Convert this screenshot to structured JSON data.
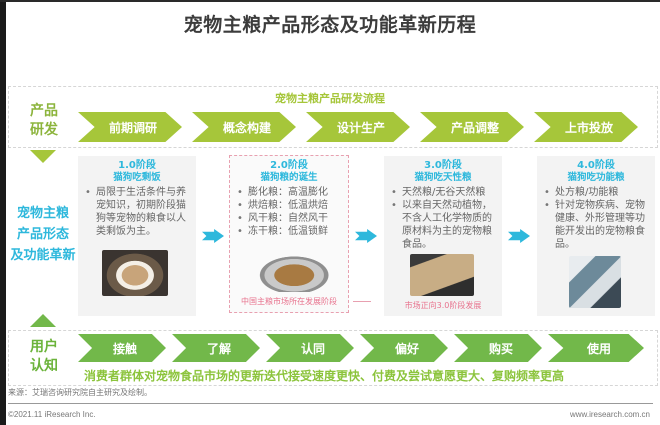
{
  "title": "宠物主粮产品形态及功能革新历程",
  "rd": {
    "label_line1": "产品",
    "label_line2": "研发",
    "flow_title": "宠物主粮产品研发流程",
    "steps": [
      "前期调研",
      "概念构建",
      "设计生产",
      "产品调整",
      "上市投放"
    ]
  },
  "middle": {
    "label_lines": [
      "宠物主粮",
      "产品形态",
      "及功能革新"
    ],
    "stages": [
      {
        "stage": "1.0阶段",
        "subtitle": "猫狗吃剩饭",
        "bullets": [
          "局限于生活条件与养宠知识，初期阶段猫狗等宠物的粮食以人类剩饭为主。"
        ],
        "image": "bowl-of-leftover-food-photo"
      },
      {
        "stage": "2.0阶段",
        "subtitle": "猫狗粮的诞生",
        "bullets": [
          "膨化粮：高温膨化",
          "烘焙粮：低温烘焙",
          "风干粮：自然风干",
          "冻干粮：低温锁鲜"
        ],
        "image": "dry-kibble-bowl-photo",
        "note": "中国主粮市场所在发展阶段"
      },
      {
        "stage": "3.0阶段",
        "subtitle": "猫狗吃天性粮",
        "bullets": [
          "天然粮/无谷天然粮",
          "以来自天然动植物，不含人工化学物质的原材料为主的宠物粮食品。"
        ],
        "image": "natural-food-tray-photo",
        "note": "市场正向3.0阶段发展"
      },
      {
        "stage": "4.0阶段",
        "subtitle": "猫狗吃功能粮",
        "bullets": [
          "处方粮/功能粮",
          "针对宠物疾病、宠物健康、外形管理等功能开发出的宠物粮食品。"
        ],
        "image": "functional-food-packages-photo"
      }
    ]
  },
  "user": {
    "label_line1": "用户",
    "label_line2": "认知",
    "steps": [
      "接触",
      "了解",
      "认同",
      "偏好",
      "购买",
      "使用"
    ],
    "slogan": "消费者群体对宠物食品市场的更新迭代接受速度更快、付费及尝试意愿更大、复购频率更高"
  },
  "source": "来源：艾瑞咨询研究院自主研究及绘制。",
  "footer": {
    "left": "©2021.11 iResearch Inc.",
    "right": "www.iresearch.com.cn"
  },
  "colors": {
    "rd_green": "#a6c63a",
    "user_green": "#72b84a",
    "accent_blue": "#2eb8dc",
    "note_pink": "#e8738e"
  }
}
